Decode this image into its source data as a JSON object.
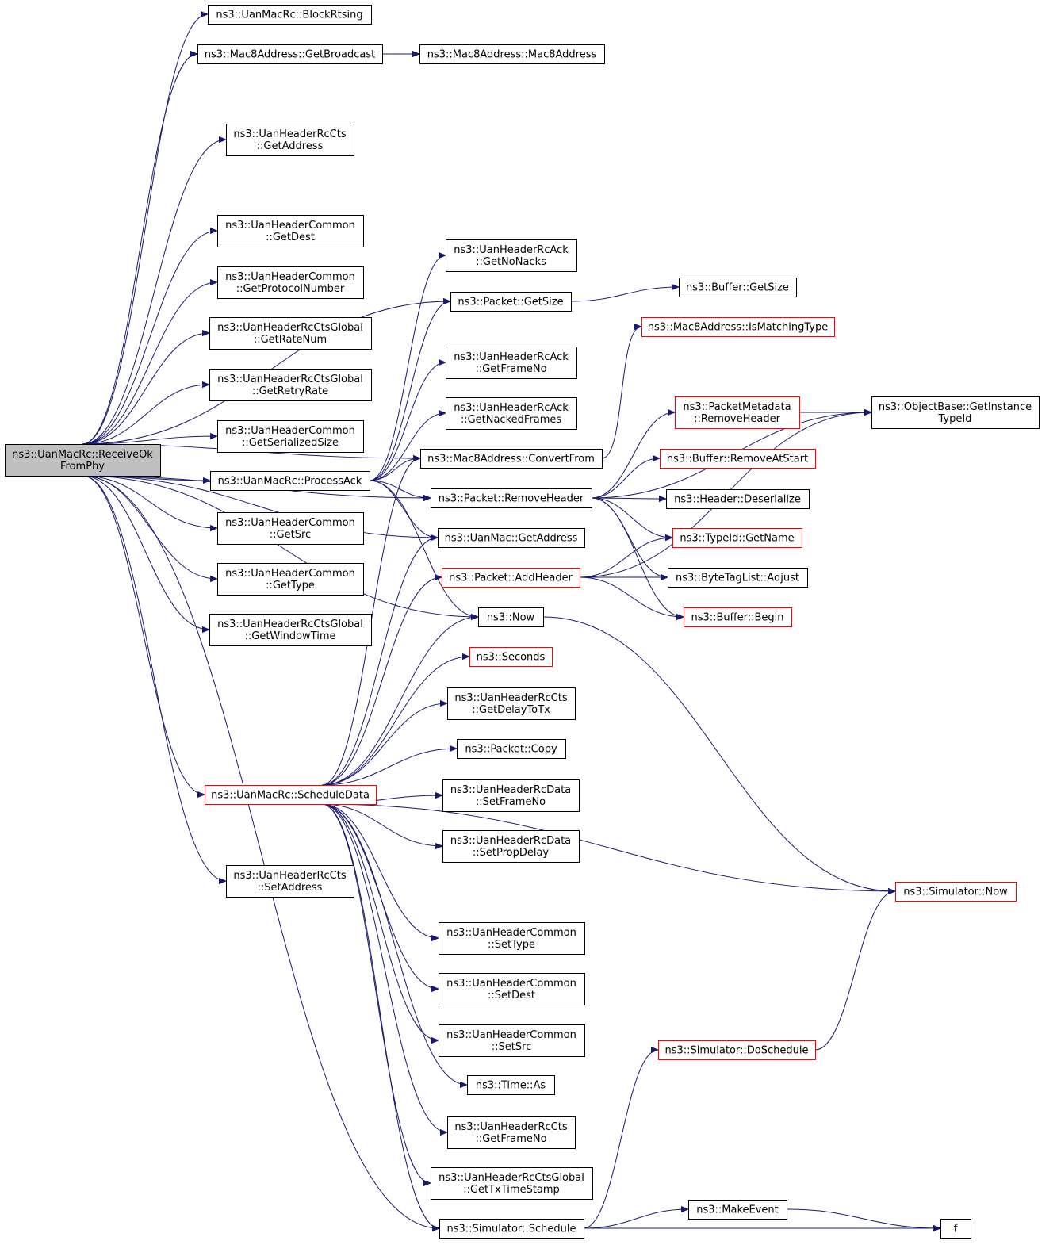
{
  "nodes": [
    {
      "id": "root",
      "lines": [
        "ns3::UanMacRc::ReceiveOk",
        "FromPhy"
      ],
      "style": "root"
    },
    {
      "id": "block",
      "lines": [
        "ns3::UanMacRc::BlockRtsing"
      ],
      "style": "normal"
    },
    {
      "id": "getbcast",
      "lines": [
        "ns3::Mac8Address::GetBroadcast"
      ],
      "style": "normal"
    },
    {
      "id": "mac8ctor",
      "lines": [
        "ns3::Mac8Address::Mac8Address"
      ],
      "style": "normal"
    },
    {
      "id": "ctsgetaddr",
      "lines": [
        "ns3::UanHeaderRcCts",
        "::GetAddress"
      ],
      "style": "normal"
    },
    {
      "id": "cgetdest",
      "lines": [
        "ns3::UanHeaderCommon",
        "::GetDest"
      ],
      "style": "normal"
    },
    {
      "id": "cgetproto",
      "lines": [
        "ns3::UanHeaderCommon",
        "::GetProtocolNumber"
      ],
      "style": "normal"
    },
    {
      "id": "ggetrate",
      "lines": [
        "ns3::UanHeaderRcCtsGlobal",
        "::GetRateNum"
      ],
      "style": "normal"
    },
    {
      "id": "ggetretry",
      "lines": [
        "ns3::UanHeaderRcCtsGlobal",
        "::GetRetryRate"
      ],
      "style": "normal"
    },
    {
      "id": "cgetser",
      "lines": [
        "ns3::UanHeaderCommon",
        "::GetSerializedSize"
      ],
      "style": "normal"
    },
    {
      "id": "processack",
      "lines": [
        "ns3::UanMacRc::ProcessAck"
      ],
      "style": "normal"
    },
    {
      "id": "cgetsrc",
      "lines": [
        "ns3::UanHeaderCommon",
        "::GetSrc"
      ],
      "style": "normal"
    },
    {
      "id": "cgettype",
      "lines": [
        "ns3::UanHeaderCommon",
        "::GetType"
      ],
      "style": "normal"
    },
    {
      "id": "ggetwin",
      "lines": [
        "ns3::UanHeaderRcCtsGlobal",
        "::GetWindowTime"
      ],
      "style": "normal"
    },
    {
      "id": "scheduledata",
      "lines": [
        "ns3::UanMacRc::ScheduleData"
      ],
      "style": "ref"
    },
    {
      "id": "ctssetaddr",
      "lines": [
        "ns3::UanHeaderRcCts",
        "::SetAddress"
      ],
      "style": "normal"
    },
    {
      "id": "ackgetnonacks",
      "lines": [
        "ns3::UanHeaderRcAck",
        "::GetNoNacks"
      ],
      "style": "normal"
    },
    {
      "id": "pktgetsize",
      "lines": [
        "ns3::Packet::GetSize"
      ],
      "style": "normal"
    },
    {
      "id": "bufgetsize",
      "lines": [
        "ns3::Buffer::GetSize"
      ],
      "style": "normal"
    },
    {
      "id": "ismatching",
      "lines": [
        "ns3::Mac8Address::IsMatchingType"
      ],
      "style": "ref"
    },
    {
      "id": "ackgetframe",
      "lines": [
        "ns3::UanHeaderRcAck",
        "::GetFrameNo"
      ],
      "style": "normal"
    },
    {
      "id": "ackgetnacked",
      "lines": [
        "ns3::UanHeaderRcAck",
        "::GetNackedFrames"
      ],
      "style": "normal"
    },
    {
      "id": "pmremove",
      "lines": [
        "ns3::PacketMetadata",
        "::RemoveHeader"
      ],
      "style": "ref"
    },
    {
      "id": "objbase",
      "lines": [
        "ns3::ObjectBase::GetInstance",
        "TypeId"
      ],
      "style": "normal"
    },
    {
      "id": "convertfrom",
      "lines": [
        "ns3::Mac8Address::ConvertFrom"
      ],
      "style": "normal"
    },
    {
      "id": "removeatstart",
      "lines": [
        "ns3::Buffer::RemoveAtStart"
      ],
      "style": "ref"
    },
    {
      "id": "removeheader",
      "lines": [
        "ns3::Packet::RemoveHeader"
      ],
      "style": "normal"
    },
    {
      "id": "deserialize",
      "lines": [
        "ns3::Header::Deserialize"
      ],
      "style": "normal"
    },
    {
      "id": "uanmacgetaddr",
      "lines": [
        "ns3::UanMac::GetAddress"
      ],
      "style": "normal"
    },
    {
      "id": "typeidname",
      "lines": [
        "ns3::TypeId::GetName"
      ],
      "style": "ref"
    },
    {
      "id": "addheader",
      "lines": [
        "ns3::Packet::AddHeader"
      ],
      "style": "ref"
    },
    {
      "id": "bytetag",
      "lines": [
        "ns3::ByteTagList::Adjust"
      ],
      "style": "normal"
    },
    {
      "id": "now",
      "lines": [
        "ns3::Now"
      ],
      "style": "normal"
    },
    {
      "id": "bufbegin",
      "lines": [
        "ns3::Buffer::Begin"
      ],
      "style": "ref"
    },
    {
      "id": "seconds",
      "lines": [
        "ns3::Seconds"
      ],
      "style": "ref"
    },
    {
      "id": "ctsgetdelay",
      "lines": [
        "ns3::UanHeaderRcCts",
        "::GetDelayToTx"
      ],
      "style": "normal"
    },
    {
      "id": "pktcopy",
      "lines": [
        "ns3::Packet::Copy"
      ],
      "style": "normal"
    },
    {
      "id": "datasetframe",
      "lines": [
        "ns3::UanHeaderRcData",
        "::SetFrameNo"
      ],
      "style": "normal"
    },
    {
      "id": "datasetprop",
      "lines": [
        "ns3::UanHeaderRcData",
        "::SetPropDelay"
      ],
      "style": "normal"
    },
    {
      "id": "simnow",
      "lines": [
        "ns3::Simulator::Now"
      ],
      "style": "ref"
    },
    {
      "id": "csettype",
      "lines": [
        "ns3::UanHeaderCommon",
        "::SetType"
      ],
      "style": "normal"
    },
    {
      "id": "csetdest",
      "lines": [
        "ns3::UanHeaderCommon",
        "::SetDest"
      ],
      "style": "normal"
    },
    {
      "id": "csetsrc",
      "lines": [
        "ns3::UanHeaderCommon",
        "::SetSrc"
      ],
      "style": "normal"
    },
    {
      "id": "doschedule",
      "lines": [
        "ns3::Simulator::DoSchedule"
      ],
      "style": "ref"
    },
    {
      "id": "timeas",
      "lines": [
        "ns3::Time::As"
      ],
      "style": "normal"
    },
    {
      "id": "ctsgetframe",
      "lines": [
        "ns3::UanHeaderRcCts",
        "::GetFrameNo"
      ],
      "style": "normal"
    },
    {
      "id": "ggettxts",
      "lines": [
        "ns3::UanHeaderRcCtsGlobal",
        "::GetTxTimeStamp"
      ],
      "style": "normal"
    },
    {
      "id": "makeevent",
      "lines": [
        "ns3::MakeEvent"
      ],
      "style": "normal"
    },
    {
      "id": "simschedule",
      "lines": [
        "ns3::Simulator::Schedule"
      ],
      "style": "normal"
    },
    {
      "id": "f",
      "lines": [
        "f"
      ],
      "style": "normal"
    }
  ],
  "edges": [
    [
      "root",
      "block"
    ],
    [
      "root",
      "getbcast"
    ],
    [
      "root",
      "pktgetsize"
    ],
    [
      "root",
      "ctsgetaddr"
    ],
    [
      "root",
      "convertfrom"
    ],
    [
      "root",
      "cgetdest"
    ],
    [
      "root",
      "cgetproto"
    ],
    [
      "root",
      "ggetrate"
    ],
    [
      "root",
      "ggetretry"
    ],
    [
      "root",
      "cgetser"
    ],
    [
      "root",
      "processack"
    ],
    [
      "root",
      "cgetsrc"
    ],
    [
      "root",
      "cgettype"
    ],
    [
      "root",
      "ggetwin"
    ],
    [
      "root",
      "removeheader"
    ],
    [
      "root",
      "uanmacgetaddr"
    ],
    [
      "root",
      "now"
    ],
    [
      "root",
      "scheduledata"
    ],
    [
      "root",
      "ctssetaddr"
    ],
    [
      "root",
      "simschedule"
    ],
    [
      "getbcast",
      "mac8ctor"
    ],
    [
      "processack",
      "ackgetnonacks"
    ],
    [
      "processack",
      "pktgetsize"
    ],
    [
      "processack",
      "ackgetframe"
    ],
    [
      "processack",
      "ackgetnacked"
    ],
    [
      "processack",
      "convertfrom"
    ],
    [
      "processack",
      "removeheader"
    ],
    [
      "processack",
      "uanmacgetaddr"
    ],
    [
      "processack",
      "now"
    ],
    [
      "pktgetsize",
      "bufgetsize"
    ],
    [
      "convertfrom",
      "ismatching"
    ],
    [
      "removeheader",
      "pmremove"
    ],
    [
      "removeheader",
      "objbase"
    ],
    [
      "removeheader",
      "removeatstart"
    ],
    [
      "removeheader",
      "deserialize"
    ],
    [
      "removeheader",
      "typeidname"
    ],
    [
      "removeheader",
      "bytetag"
    ],
    [
      "removeheader",
      "bufbegin"
    ],
    [
      "pmremove",
      "objbase"
    ],
    [
      "addheader",
      "typeidname"
    ],
    [
      "addheader",
      "bytetag"
    ],
    [
      "addheader",
      "bufbegin"
    ],
    [
      "addheader",
      "objbase"
    ],
    [
      "now",
      "simnow"
    ],
    [
      "scheduledata",
      "convertfrom"
    ],
    [
      "scheduledata",
      "uanmacgetaddr"
    ],
    [
      "scheduledata",
      "addheader"
    ],
    [
      "scheduledata",
      "now"
    ],
    [
      "scheduledata",
      "seconds"
    ],
    [
      "scheduledata",
      "ctsgetdelay"
    ],
    [
      "scheduledata",
      "pktcopy"
    ],
    [
      "scheduledata",
      "datasetframe"
    ],
    [
      "scheduledata",
      "datasetprop"
    ],
    [
      "scheduledata",
      "simnow"
    ],
    [
      "scheduledata",
      "csettype"
    ],
    [
      "scheduledata",
      "csetdest"
    ],
    [
      "scheduledata",
      "csetsrc"
    ],
    [
      "scheduledata",
      "timeas"
    ],
    [
      "scheduledata",
      "ctsgetframe"
    ],
    [
      "scheduledata",
      "ggettxts"
    ],
    [
      "scheduledata",
      "simschedule"
    ],
    [
      "doschedule",
      "simnow"
    ],
    [
      "simschedule",
      "doschedule"
    ],
    [
      "simschedule",
      "makeevent"
    ],
    [
      "simschedule",
      "f"
    ],
    [
      "makeevent",
      "f"
    ]
  ]
}
